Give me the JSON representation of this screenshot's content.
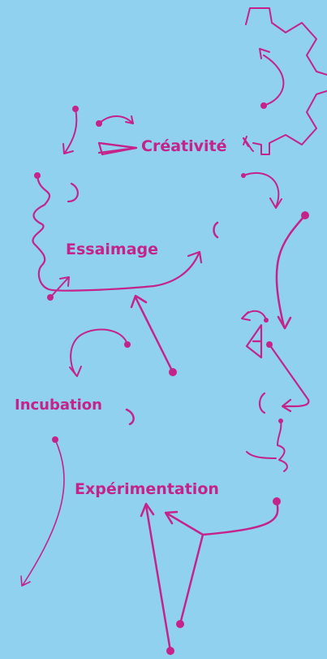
{
  "colors": {
    "background": "#8fd1ef",
    "accent": "#c5238a"
  },
  "labels": {
    "creativite": "Créativité",
    "essaimage": "Essaimage",
    "incubation": "Incubation",
    "experimentation": "Expérimentation"
  },
  "illustration": {
    "subject": "hand-drawn doodle of a face profile with gear, curly arrows and dots",
    "icons": [
      "gear-icon",
      "face-profile-icon",
      "curly-arrow-icon",
      "eye-icon"
    ]
  }
}
